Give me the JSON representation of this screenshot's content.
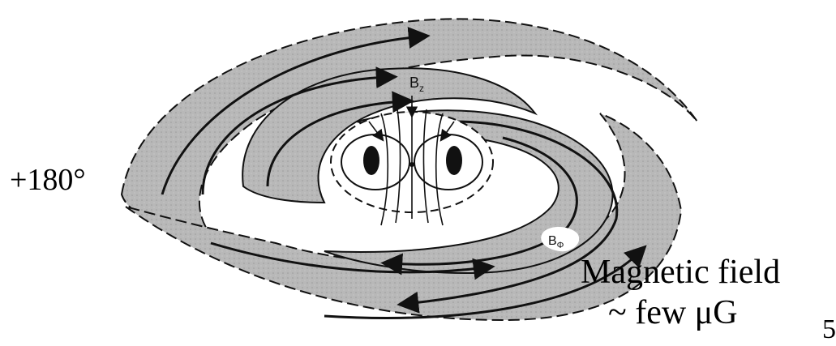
{
  "diagram": {
    "labels": {
      "vertical_field": "B",
      "vertical_field_sub": "z",
      "azimuthal_field": "B",
      "azimuthal_field_sub": "Φ"
    },
    "colors": {
      "arm_fill": "#b8b8b8",
      "stroke": "#111111",
      "background": "#ffffff"
    }
  },
  "annotations": {
    "angle": "+180°",
    "caption_line1": "Magnetic field",
    "caption_line2": "~ few μG",
    "page_number": "5"
  }
}
